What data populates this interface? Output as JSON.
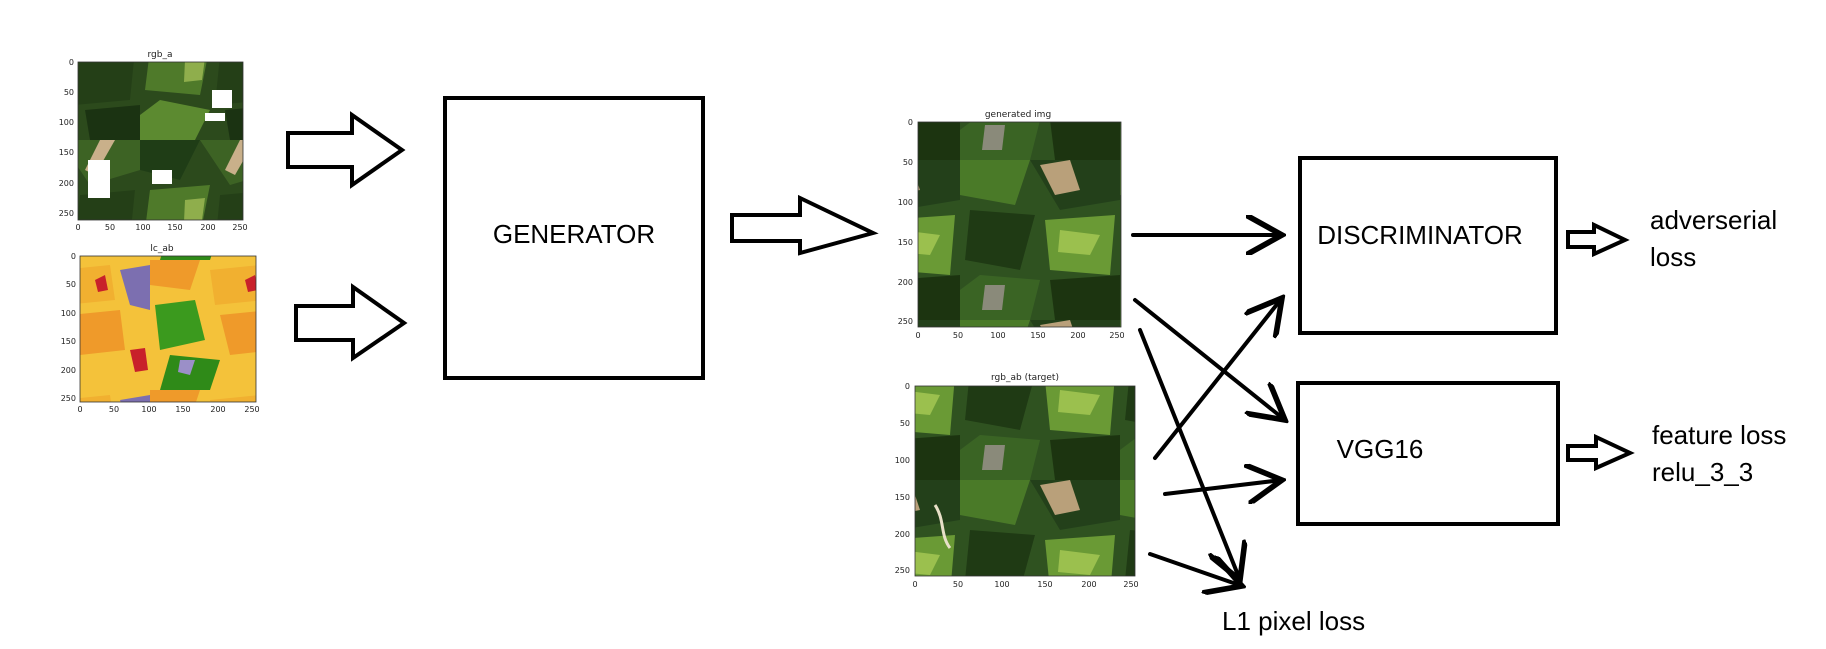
{
  "panels": {
    "rgb_a": {
      "title": "rgb_a",
      "xticks": [
        "0",
        "50",
        "100",
        "150",
        "200",
        "250"
      ],
      "yticks": [
        "0",
        "50",
        "100",
        "150",
        "200",
        "250"
      ]
    },
    "lc_ab": {
      "title": "lc_ab",
      "xticks": [
        "0",
        "50",
        "100",
        "150",
        "200",
        "250"
      ],
      "yticks": [
        "0",
        "50",
        "100",
        "150",
        "200",
        "250"
      ]
    },
    "generated": {
      "title": "generated img",
      "xticks": [
        "0",
        "50",
        "100",
        "150",
        "200",
        "250"
      ],
      "yticks": [
        "0",
        "50",
        "100",
        "150",
        "200",
        "250"
      ]
    },
    "target": {
      "title": "rgb_ab (target)",
      "xticks": [
        "0",
        "50",
        "100",
        "150",
        "200",
        "250"
      ],
      "yticks": [
        "0",
        "50",
        "100",
        "150",
        "200",
        "250"
      ]
    }
  },
  "boxes": {
    "generator": "GENERATOR",
    "discriminator": "DISCRIMINATOR",
    "vgg": "VGG16"
  },
  "outputs": {
    "adversarial_line1": "adverserial",
    "adversarial_line2": "loss",
    "feature_line1": "feature loss",
    "feature_line2": "relu_3_3",
    "l1": "L1 pixel loss"
  },
  "colors": {
    "forest_dark": "#1f3d16",
    "field_green": "#4f7a2a",
    "field_light": "#8fae4c",
    "bare_soil": "#c9b08a",
    "lc_yellow": "#f4c23a",
    "lc_orange": "#ef9a2a",
    "lc_green": "#3b9a1e",
    "lc_purple": "#7c6fb0",
    "lc_red": "#c8202a"
  }
}
